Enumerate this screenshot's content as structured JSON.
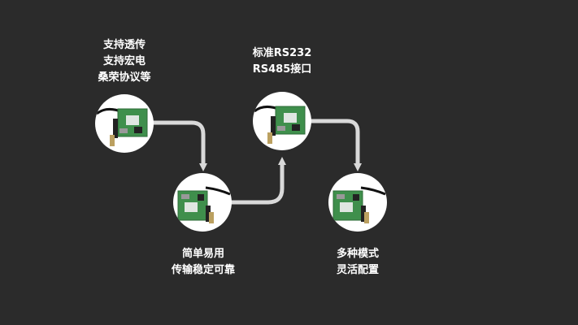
{
  "features": [
    {
      "id": "protocols",
      "lines": [
        "支持透传",
        "支持宏电",
        "桑荣协议等"
      ]
    },
    {
      "id": "easy",
      "lines": [
        "简单易用",
        "传输稳定可靠"
      ]
    },
    {
      "id": "interfaces",
      "lines": [
        "标准RS232",
        "RS485接口"
      ]
    },
    {
      "id": "modes",
      "lines": [
        "多种模式",
        "灵活配置"
      ]
    }
  ],
  "colors": {
    "background": "#2b2b2b",
    "board": "#3f8f4c",
    "arrow": "#d9d9d9",
    "text": "#ffffff"
  }
}
